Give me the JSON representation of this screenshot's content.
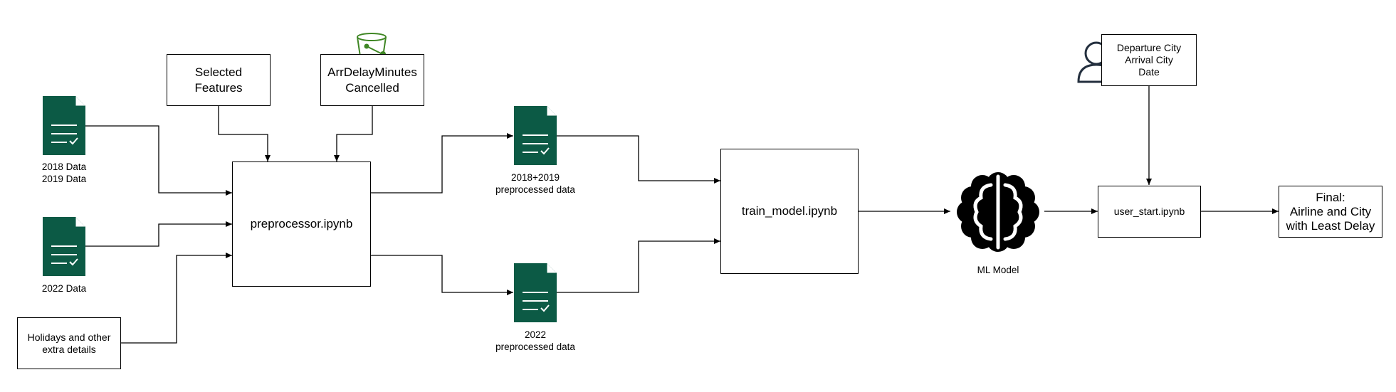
{
  "colors": {
    "doc": "#0c5a45",
    "bucket": "#3f8624",
    "line": "#000000"
  },
  "inputs": {
    "data_2018_2019": "2018 Data\n2019 Data",
    "data_2022": "2022 Data",
    "holidays": "Holidays and other\nextra details",
    "selected_features": "Selected\nFeatures",
    "targets": "ArrDelayMinutes\nCancelled"
  },
  "preprocessor": "preprocessor.ipynb",
  "preprocessed": {
    "train_label": "2018+2019\npreprocessed data",
    "test_label": "2022\npreprocessed data"
  },
  "train_model": "train_model.ipynb",
  "ml_model": "ML Model",
  "user_inputs": "Departure City\nArrival City\nDate",
  "user_start": "user_start.ipynb",
  "final": "Final:\nAirline and City\nwith Least Delay",
  "icons": {
    "doc": "document-check-icon",
    "bucket": "storage-bucket-icon",
    "user": "user-icon",
    "brain": "brain-icon"
  }
}
